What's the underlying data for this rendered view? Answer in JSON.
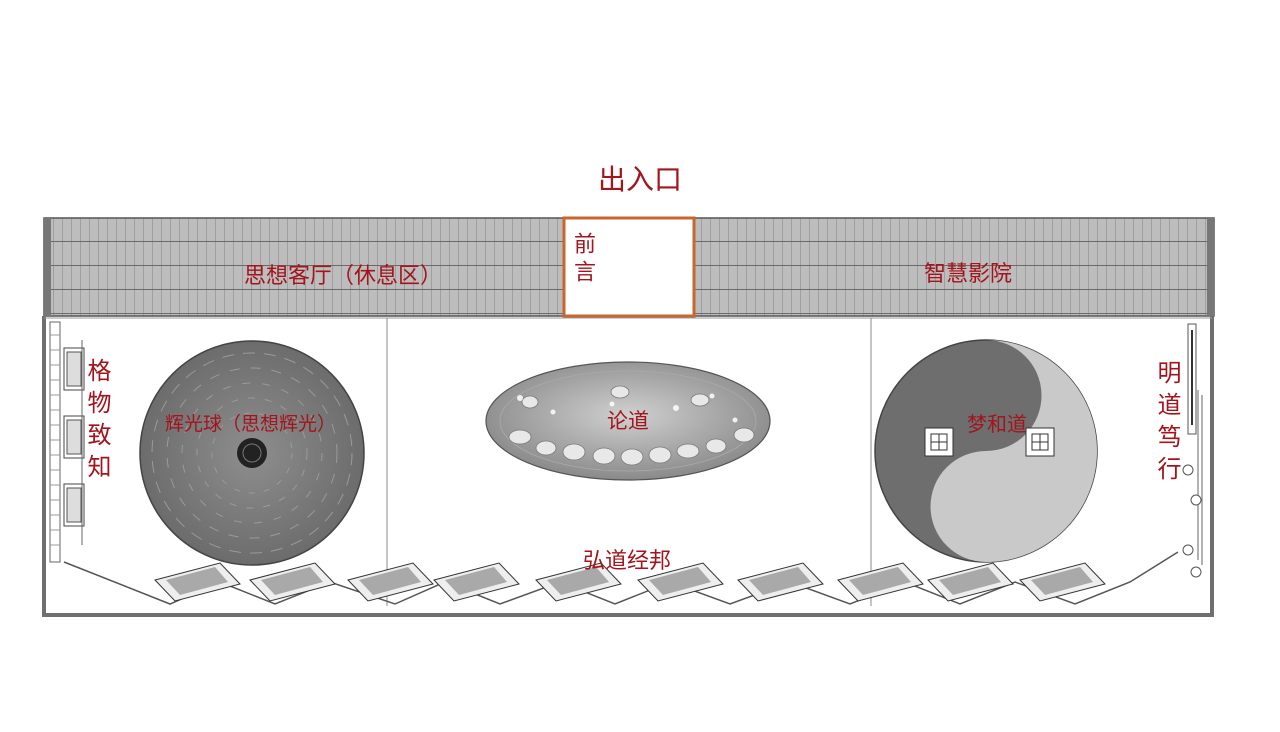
{
  "colors": {
    "label": "#a3141c",
    "wall": "#6f6f6f",
    "roof": "#b9b9b9",
    "preface_border": "#c8662e",
    "floor": "#ffffff"
  },
  "entrance": {
    "label": "出入口"
  },
  "top_band": {
    "left_label": "思想客厅（休息区）",
    "preface_label": "前言",
    "right_label": "智慧影院"
  },
  "zones": {
    "left_wall_label": "格物致知",
    "sphere_label": "辉光球（思想辉光）",
    "center_label": "论道",
    "taiji_label": "梦和道",
    "right_wall_label": "明道笃行",
    "bottom_label": "弘道经邦"
  },
  "display_cases": {
    "count": 10
  }
}
